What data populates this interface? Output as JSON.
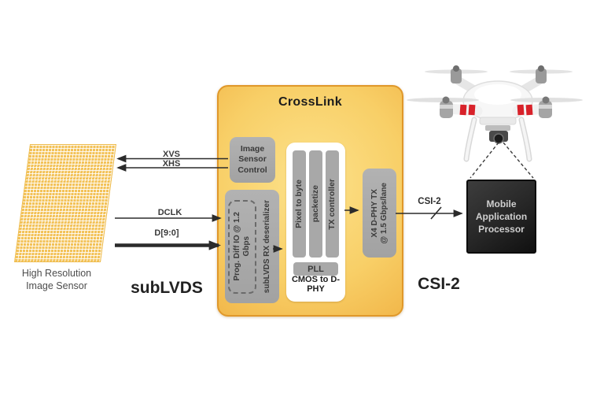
{
  "crosslink": {
    "title": "CrossLink",
    "image_sensor_control": "Image\nSensor\nControl",
    "rx_inner": "Prog. Diff IO @ 1.2\nGbps",
    "rx_outer": "subLVDS RX deserializer",
    "pipeline": {
      "bar1": "Pixel to byte",
      "bar2": "packetize",
      "bar3": "TX controller",
      "pll": "PLL",
      "caption": "CMOS to D-PHY"
    },
    "tx": "X4 D-PHY TX\n@ 1.5 Gbps/lane"
  },
  "sensor": {
    "label": "High Resolution\nImage Sensor"
  },
  "signals": {
    "xvs": "XVS",
    "xhs": "XHS",
    "dclk": "DCLK",
    "data": "D[9:0]",
    "csi2_link": "CSI-2"
  },
  "interface_labels": {
    "sublvds": "subLVDS",
    "csi2": "CSI-2"
  },
  "processor": {
    "label": "Mobile\nApplication\nProcessor"
  },
  "colors": {
    "crosslink_gold_light": "#fce28c",
    "crosslink_gold_dark": "#e89d31",
    "crosslink_border": "#e0982a",
    "block_gray": "#a8a8a8",
    "block_text": "#3a3a3a",
    "sensor_grid_gold": "#f3c258",
    "arrow_black": "#2b2b2b",
    "processor_black": "#1a1a1a",
    "processor_text": "#cfcfcf",
    "drone_accent_red": "#d8222a"
  }
}
